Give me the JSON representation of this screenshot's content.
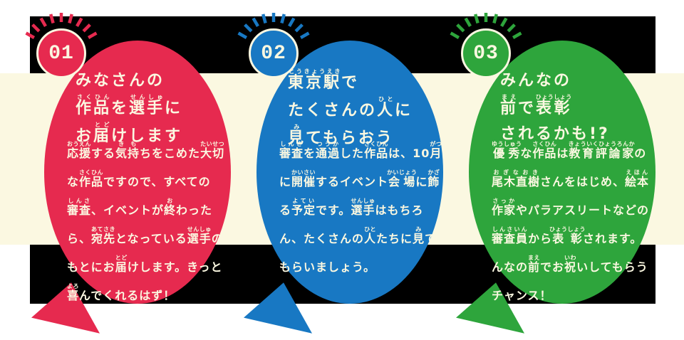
{
  "colors": {
    "page_background": "#FFFFFF",
    "backdrop": "#000000",
    "band": "#FBF8E1",
    "cream_text": "#FBF8E1",
    "red": "#E62A4F",
    "blue": "#1878C3",
    "green": "#2EA53C"
  },
  "bubbles": [
    {
      "number": "01",
      "color": "#E62A4F",
      "title": [
        [
          {
            "t": "みなさんの"
          }
        ],
        [
          {
            "t": "作品",
            "r": "さくひん"
          },
          {
            "t": "を"
          },
          {
            "t": "選手",
            "r": "せんしゅ"
          },
          {
            "t": "に"
          }
        ],
        [
          {
            "t": "お"
          },
          {
            "t": "届",
            "r": "とど"
          },
          {
            "t": "けします"
          }
        ]
      ],
      "body": [
        {
          "t": "応援",
          "r": "おうえん"
        },
        {
          "t": "する"
        },
        {
          "t": "気持",
          "r": "きも"
        },
        {
          "t": "ちをこめた"
        },
        {
          "t": "大切",
          "r": "たいせつ"
        },
        {
          "t": "な"
        },
        {
          "t": "作品",
          "r": "さくひん"
        },
        {
          "t": "ですので、すべての"
        },
        {
          "t": "審査",
          "r": "しんさ"
        },
        {
          "t": "、イベントが"
        },
        {
          "t": "終",
          "r": "お"
        },
        {
          "t": "わったら、"
        },
        {
          "t": "宛先",
          "r": "あてさき"
        },
        {
          "t": "となっている"
        },
        {
          "t": "選手",
          "r": "せんしゅ"
        },
        {
          "t": "のもとにお"
        },
        {
          "t": "届",
          "r": "とど"
        },
        {
          "t": "けします。きっと"
        },
        {
          "t": "喜",
          "r": "よろ"
        },
        {
          "t": "んでくれるはず！"
        }
      ]
    },
    {
      "number": "02",
      "color": "#1878C3",
      "title": [
        [
          {
            "t": "東京駅",
            "r": "とうきょうえき"
          },
          {
            "t": "で"
          }
        ],
        [
          {
            "t": "たくさんの"
          },
          {
            "t": "人",
            "r": "ひと"
          },
          {
            "t": "に"
          }
        ],
        [
          {
            "t": "見",
            "r": "み"
          },
          {
            "t": "てもらおう"
          }
        ]
      ],
      "body": [
        {
          "t": "審査",
          "r": "しんさ"
        },
        {
          "t": "を"
        },
        {
          "t": "通過",
          "r": "つうか"
        },
        {
          "t": "した"
        },
        {
          "t": "作品",
          "r": "さくひん"
        },
        {
          "t": "は、10"
        },
        {
          "t": "月",
          "r": "がつ"
        },
        {
          "t": "に"
        },
        {
          "t": "開催",
          "r": "かいさい"
        },
        {
          "t": "するイベント"
        },
        {
          "t": "会場",
          "r": "かいじょう"
        },
        {
          "t": "に"
        },
        {
          "t": "飾",
          "r": "かざ"
        },
        {
          "t": "る"
        },
        {
          "t": "予定",
          "r": "よてい"
        },
        {
          "t": "です。"
        },
        {
          "t": "選手",
          "r": "せんしゅ"
        },
        {
          "t": "はもちろん、たくさんの"
        },
        {
          "t": "人",
          "r": "ひと"
        },
        {
          "t": "たちに"
        },
        {
          "t": "見",
          "r": "み"
        },
        {
          "t": "てもらいましょう。"
        }
      ]
    },
    {
      "number": "03",
      "color": "#2EA53C",
      "title": [
        [
          {
            "t": "みんなの"
          }
        ],
        [
          {
            "t": "前",
            "r": "まえ"
          },
          {
            "t": "で"
          },
          {
            "t": "表彰",
            "r": "ひょうしょう"
          }
        ],
        [
          {
            "t": "されるかも!?"
          }
        ]
      ],
      "body": [
        {
          "t": "優秀",
          "r": "ゆうしゅう"
        },
        {
          "t": "な"
        },
        {
          "t": "作品",
          "r": "さくひん"
        },
        {
          "t": "は"
        },
        {
          "t": "教育評論家",
          "r": "きょういくひょうろんか"
        },
        {
          "t": "の"
        },
        {
          "t": "尾木直樹",
          "r": "おぎなおき"
        },
        {
          "t": "さんをはじめ、"
        },
        {
          "t": "絵本",
          "r": "えほん"
        },
        {
          "t": "作家",
          "r": "さっか"
        },
        {
          "t": "やパラアスリートなどの"
        },
        {
          "t": "審査員",
          "r": "しんさいん"
        },
        {
          "t": "から"
        },
        {
          "t": "表彰",
          "r": "ひょうしょう"
        },
        {
          "t": "されます。みんなの"
        },
        {
          "t": "前",
          "r": "まえ"
        },
        {
          "t": "でお"
        },
        {
          "t": "祝",
          "r": "いわ"
        },
        {
          "t": "いしてもらう"
        },
        {
          "t": "チャンス！"
        }
      ]
    }
  ]
}
